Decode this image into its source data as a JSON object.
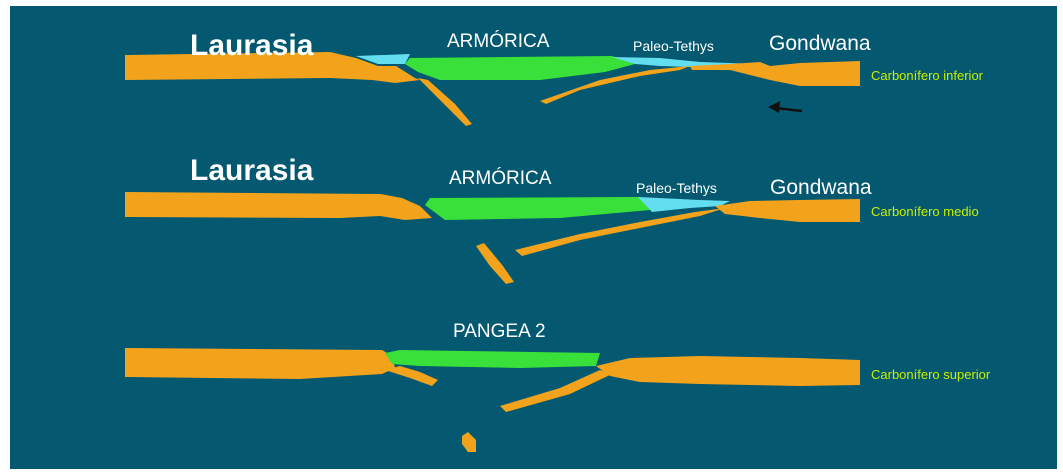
{
  "panels": [
    {
      "left_plate": "Laurasia",
      "microcontinent": "ARMÓRICA",
      "ocean": "Paleo-Tethys",
      "right_plate": "Gondwana",
      "period": "Carbonífero inferior"
    },
    {
      "left_plate": "Laurasia",
      "microcontinent": "ARMÓRICA",
      "ocean": "Paleo-Tethys",
      "right_plate": "Gondwana",
      "period": "Carbonífero medio"
    },
    {
      "supercontinent": "PANGEA 2",
      "period": "Carbonífero superior"
    }
  ],
  "colors": {
    "background": "#045870",
    "frame": "#ffffff",
    "plate": "#f2a31b",
    "microcontinent": "#39e039",
    "ocean": "#63ddf0",
    "period_label": "#c8f000",
    "text": "#ffffff"
  },
  "icons": {
    "motion_arrow": "arrow-left-icon"
  }
}
